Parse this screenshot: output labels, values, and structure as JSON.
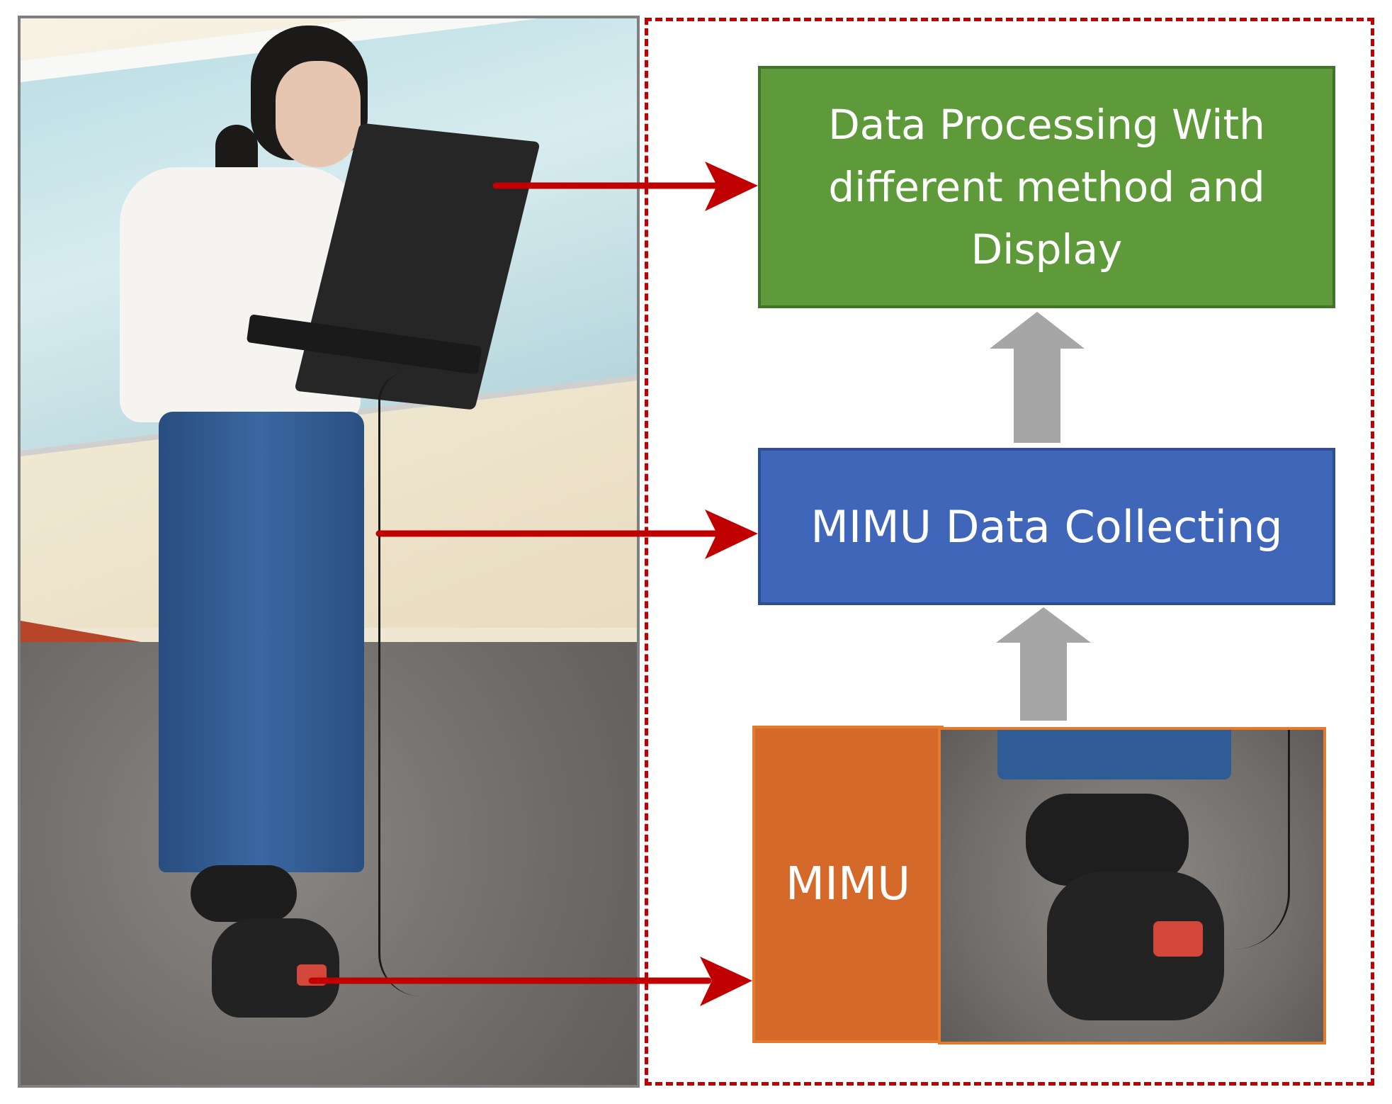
{
  "diagram": {
    "steps": {
      "processing_label": "Data Processing With different method and Display",
      "collecting_label": "MIMU Data Collecting",
      "sensor_label": "MIMU"
    },
    "colors": {
      "processing_fill": "#5f9a3a",
      "collecting_fill": "#4066ba",
      "sensor_fill": "#d4692a",
      "pointer_arrow": "#c00000",
      "flow_arrow": "#a6a6a6",
      "panel_border": "#c00000"
    }
  }
}
